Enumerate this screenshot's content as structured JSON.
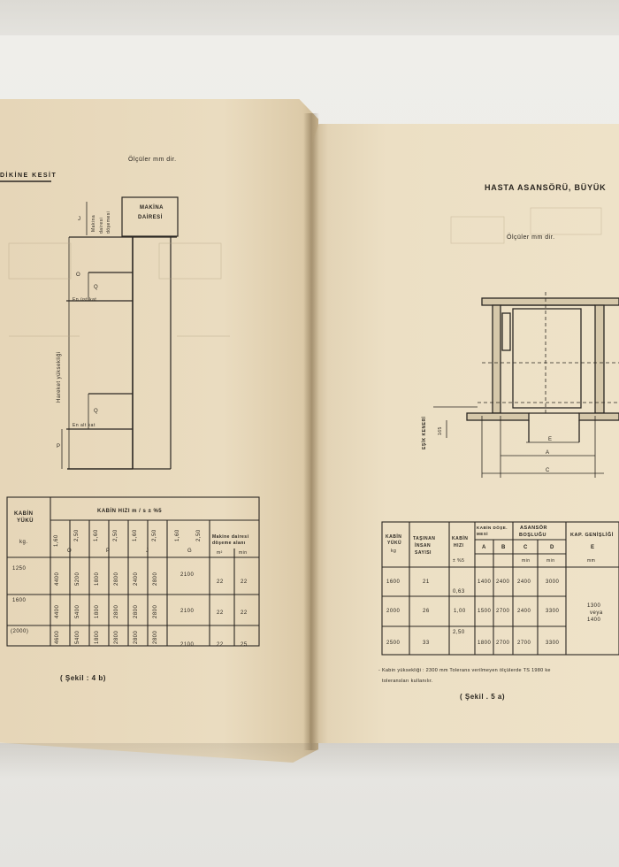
{
  "left_page": {
    "units_note": "Ölçüler mm dir.",
    "section_title": "DİKİNE KESİT",
    "machine_room": [
      "MAKİNA",
      "DAİRESİ"
    ],
    "machine_floor_height": [
      "Makina",
      "dairesi",
      "döşemesi"
    ],
    "travel_height": "Hareket yüksekliği",
    "top_stop": "En üst kat",
    "bottom_stop": "En alt kat",
    "dim_J": "J",
    "dim_O": "O",
    "dim_Q": "Q",
    "dim_P": "P",
    "table": {
      "header_load": [
        "KABİN",
        "YÜKÜ"
      ],
      "header_load_unit": "kg.",
      "header_speed": "KABİN HIZI m / s ± %5",
      "speed_cols": [
        "1,60",
        "2,50",
        "1,60",
        "2,50",
        "1,60",
        "2,50",
        "1,60",
        "2,50"
      ],
      "group_labels": [
        "O",
        "P",
        "J",
        "G"
      ],
      "machine_room_header": [
        "Makine dairesi",
        "döşeme alanı"
      ],
      "machine_room_units": [
        "m²",
        "min"
      ],
      "rows": [
        {
          "load": "1250",
          "values": [
            "4400",
            "5200",
            "1800",
            "2800",
            "2400",
            "2800",
            "2100",
            "22",
            "22"
          ]
        },
        {
          "load": "1600",
          "values": [
            "4400",
            "5400",
            "1800",
            "2800",
            "2800",
            "2800",
            "2100",
            "22",
            "22"
          ]
        },
        {
          "load": "(2000)",
          "values": [
            "4600",
            "5400",
            "1800",
            "2800",
            "2800",
            "2800",
            "2100",
            "22",
            "25"
          ]
        }
      ]
    },
    "figure_caption": "( Şekil : 4 b)"
  },
  "right_page": {
    "title": "HASTA ASANSÖRÜ, BÜYÜK",
    "units_note": "Ölçüler mm dir.",
    "door_threshold": "EŞİK KENERİ",
    "dim_165": "165",
    "dim_E": "E",
    "dim_A": "A",
    "dim_C": "C",
    "table": {
      "headers": [
        [
          "KABİN",
          "YÜKÜ",
          "kg"
        ],
        [
          "TAŞINAN",
          "İNSAN",
          "SAYISI"
        ],
        [
          "KABİN",
          "HIZI",
          "± %5"
        ],
        [
          "KABİN DÖŞE.",
          "MESİ"
        ],
        [
          "ASANSÖR",
          "BOŞLUĞU"
        ],
        [
          "KAP. GENİŞLİĞİ"
        ]
      ],
      "sub_headers": [
        "A",
        "B",
        "C",
        "D",
        "E"
      ],
      "sub_units": [
        "min",
        "min",
        "mm"
      ],
      "rows": [
        {
          "load": "1600",
          "persons": "21",
          "A": "1400",
          "B": "2400",
          "C": "2400",
          "D": "3000"
        },
        {
          "load": "2000",
          "persons": "26",
          "A": "1500",
          "B": "2700",
          "C": "2400",
          "D": "3300"
        },
        {
          "load": "2500",
          "persons": "33",
          "A": "1800",
          "B": "2700",
          "C": "2700",
          "D": "3300"
        }
      ],
      "speeds": [
        "0,63",
        "1,00",
        "2,50"
      ],
      "door_width": [
        "1300",
        "veya",
        "1400"
      ]
    },
    "footnote_1": "- Kabin yüksekliği : 2300 mm Tolerans verilmeyen ölçülerde TS 1980 ke",
    "footnote_2": "toleransları kullanılır.",
    "figure_caption": "( Şekil . 5 a)"
  }
}
